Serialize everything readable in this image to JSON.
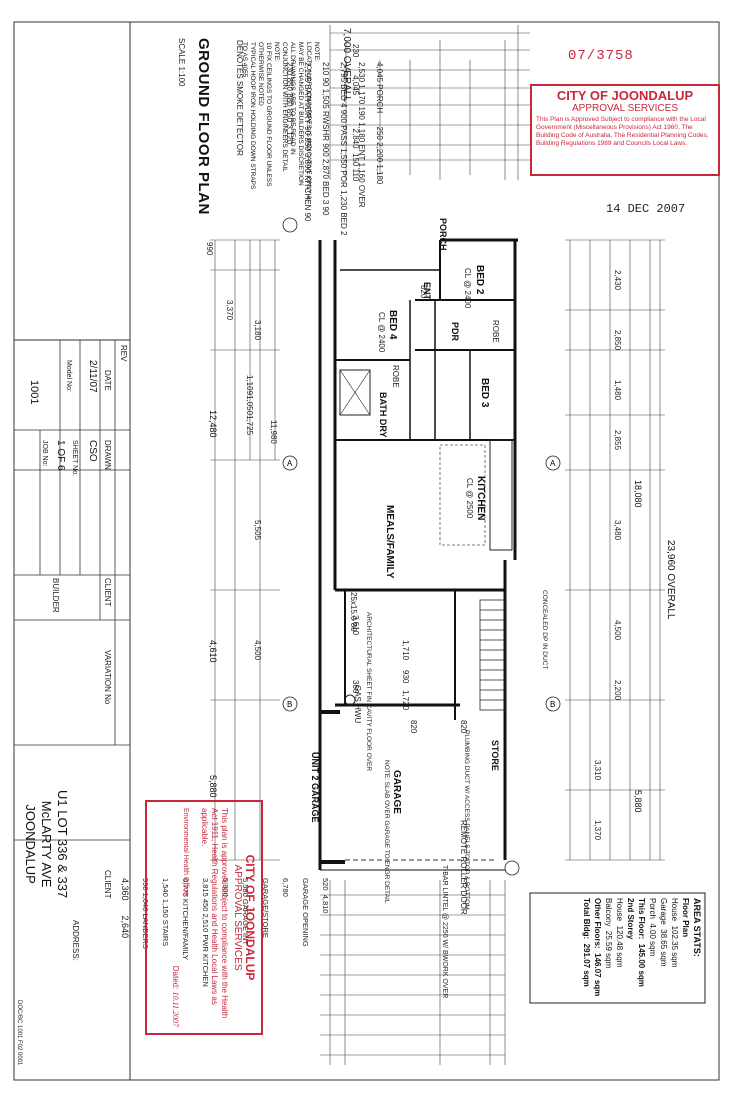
{
  "drawing": {
    "title": "GROUND FLOOR PLAN",
    "scale": "SCALE 1:100",
    "smoke_detector_note": "DENOTES SMOKE DETECTOR",
    "notes": [
      "NOTE:",
      "LOCATION OF DOWN PIPES IS INDICATIVE ONLY &",
      "MAY BE CHANGED AT BUILDERS DISCRETION",
      "ALL DRAWINGS ARE TO BE READ IN",
      "CONJUNCTION WITH ENGINEERS DETAIL",
      "NOTE:",
      "10 FIX CEILINGS TO GROUND FLOOR UNLESS",
      "OTHERWISE NOTED",
      "TYPICAL HOOP IRON HOLDING DOWN STRAPS",
      "TO AS 4055"
    ]
  },
  "dimensions": {
    "overall_width": "7,000 OVERALL",
    "overall_length": "23,960 OVERALL",
    "top_row": [
      "230",
      "4,045",
      "2,840",
      "150",
      "110"
    ],
    "top_row2": [
      "4,045",
      "PORCH",
      "250",
      "2,200",
      "1,180"
    ],
    "top_row3": [
      "2,530",
      "1,170",
      "190",
      "1,180",
      "ENT",
      "1,160",
      "OVER"
    ],
    "top_row4": [
      "2,795",
      "BED 4",
      "900",
      "PASS",
      "1,550",
      "POR",
      "1,230",
      "BED 2"
    ],
    "top_row5": [
      "210",
      "90",
      "1,505",
      "RWSHR",
      "900",
      "2,870",
      "BED 3",
      "90"
    ],
    "top_row6": [
      "2,195",
      "BATH/DRY",
      "90",
      "850",
      "3,890",
      "KITCHEN",
      "90"
    ],
    "top_row7": [
      "230",
      "850",
      "880",
      "850",
      "3,120"
    ],
    "right_col": [
      "18,080",
      "2,430",
      "2,850",
      "1,480",
      "2,855",
      "3,480",
      "4,500",
      "2,200",
      "3,310",
      "5,880",
      "1,370"
    ],
    "left_col": [
      "990",
      "3,370",
      "3,180",
      "12,480",
      "11,980",
      "1,109",
      "1,050",
      "1,725",
      "5,505",
      "4,610",
      "4,500",
      "5,880"
    ],
    "bottom_row": [
      "520",
      "4,810",
      "GARAGE OPENING",
      "6,780",
      "GARAGE/STORE",
      "5,580",
      "GARAGE INT",
      "5,800",
      "3,815",
      "450",
      "2,510",
      "PWR",
      "KITCHEN",
      "6,775",
      "KITCHEN/FAMILY",
      "1,540",
      "1,150",
      "STAIRS",
      "990",
      "1,040",
      "LANDERS",
      "4,360",
      "2,640"
    ]
  },
  "rooms": {
    "porch": "PORCH",
    "bed4": "BED 4",
    "bed4_cl": "CL @ 2400",
    "bed2": "BED 2",
    "bed2_cl": "CL @ 2400",
    "bed3": "BED 3",
    "ent": "ENT",
    "pdr": "PDR",
    "robe": "ROBE",
    "robe2": "ROBE",
    "bath_dry": "BATH DRY",
    "kitchen": "KITCHEN",
    "kitchen_cl": "CL @ 2500",
    "meals_family": "MEALS/FAMILY",
    "store": "STORE",
    "garage": "GARAGE",
    "unit2_garage": "UNIT 2 GARAGE",
    "gas_hwu": "GAS HWU",
    "remote_door": "REMOTE ROLLER DOOR",
    "lintel": "T-BAR LINTEL @ 2250 W/ BWORK OVER",
    "plumbing_duct": "PLUMBING DUCT W/ ACCESS PANELS TO TOP & BOTTOM",
    "stairs_note": "ARCHITECTURAL SHEET FIN CAVITY FLOOR OVER",
    "garage_note": "NOTE: SLAB OVER GARAGE TO ENGR DETAIL",
    "concealed_dp": "CONCEALED DP IN DUCT",
    "ceiling_dim": "25x15.0 80",
    "dims_small": [
      "3,610",
      "360",
      "1,710",
      "930",
      "1,720",
      "820",
      "820",
      "820"
    ]
  },
  "approval_top": {
    "ref": "07/3758",
    "title": "CITY OF JOONDALUP",
    "subtitle": "APPROVAL SERVICES",
    "body": "This Plan is Approved Subject to compliance with the Local Government (Miscellaneous Provisions) Act 1960, The Building Code of Australia, The Residential Planning Codes, Building Regulations 1989 and Councils Local Laws.",
    "date": "14 DEC 2007"
  },
  "approval_bottom": {
    "title": "CITY OF JOONDALUP",
    "subtitle": "APPROVAL SERVICES",
    "body": "This plan is approved subject to compliance with the Health Act 1911, Health Regulations and Health Local Laws as applicable.",
    "officer": "Environmental Health Officer",
    "dated_label": "Dated:",
    "dated_value": "10.11.2007"
  },
  "area_stats": {
    "title": "AREA STATS:",
    "subtitle": "Floor Plan",
    "rows": [
      [
        "House",
        "102.35 sqm"
      ],
      [
        "Garage",
        "38.65 sqm"
      ],
      [
        "Porch",
        "4.00 sqm"
      ],
      [
        "This Floor:",
        "145.00 sqm"
      ],
      [
        "2nd Storey",
        ""
      ],
      [
        "House",
        "120.48 sqm"
      ],
      [
        "Balcony",
        "25.59 sqm"
      ],
      [
        "Other Floors:",
        "146.07 sqm"
      ],
      [
        "Total Bldg:",
        "291.07 sqm"
      ]
    ]
  },
  "title_block": {
    "rev_label": "REV",
    "date_label": "DATE",
    "drawn_label": "DRAWN",
    "date_value": "2/11/07",
    "drawn_value": "CSO",
    "model_label": "Model No:",
    "sheet_label": "SHEET No.",
    "sheet_value": "1 OF 6",
    "job_label": "JOB No:",
    "job_value": "1001",
    "client_label": "CLIENT",
    "builder_label": "BUILDER",
    "variation_label": "VARIATION No",
    "address_label": "ADDRESS:",
    "address_lines": [
      "U1 LOT 336 & 337",
      "McLARTY AVE",
      "JOONDALUP"
    ],
    "doc_ref": "DOC/BC 1001 F02 0001"
  }
}
